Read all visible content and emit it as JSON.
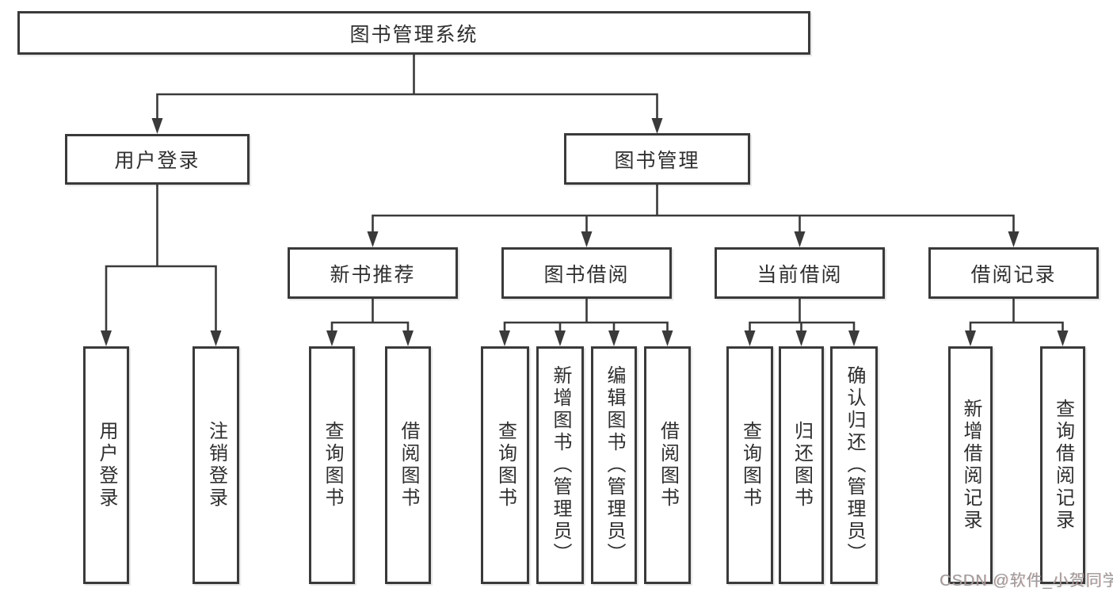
{
  "diagram": {
    "title": "图书管理系统",
    "tree": {
      "root": {
        "label": "图书管理系统",
        "children": [
          {
            "label": "用户登录",
            "children": [
              {
                "label": "用户登录"
              },
              {
                "label": "注销登录"
              }
            ]
          },
          {
            "label": "图书管理",
            "children": [
              {
                "label": "新书推荐",
                "children": [
                  {
                    "label": "查询图书"
                  },
                  {
                    "label": "借阅图书"
                  }
                ]
              },
              {
                "label": "图书借阅",
                "children": [
                  {
                    "label": "查询图书"
                  },
                  {
                    "label": "新增图书（管理员）"
                  },
                  {
                    "label": "编辑图书（管理员）"
                  },
                  {
                    "label": "借阅图书"
                  }
                ]
              },
              {
                "label": "当前借阅",
                "children": [
                  {
                    "label": "查询图书"
                  },
                  {
                    "label": "归还图书"
                  },
                  {
                    "label": "确认归还（管理员）"
                  }
                ]
              },
              {
                "label": "借阅记录",
                "children": [
                  {
                    "label": "新增借阅记录"
                  },
                  {
                    "label": "查询借阅记录"
                  }
                ]
              }
            ]
          }
        ]
      }
    },
    "colors": {
      "line": "#3a3a3a",
      "box_border": "#3a3a3a",
      "text": "#2f2f2f",
      "background": "#ffffff",
      "watermark": "#9c9c9c"
    }
  },
  "watermark": {
    "text": "CSDN @软件_小贺同学"
  }
}
